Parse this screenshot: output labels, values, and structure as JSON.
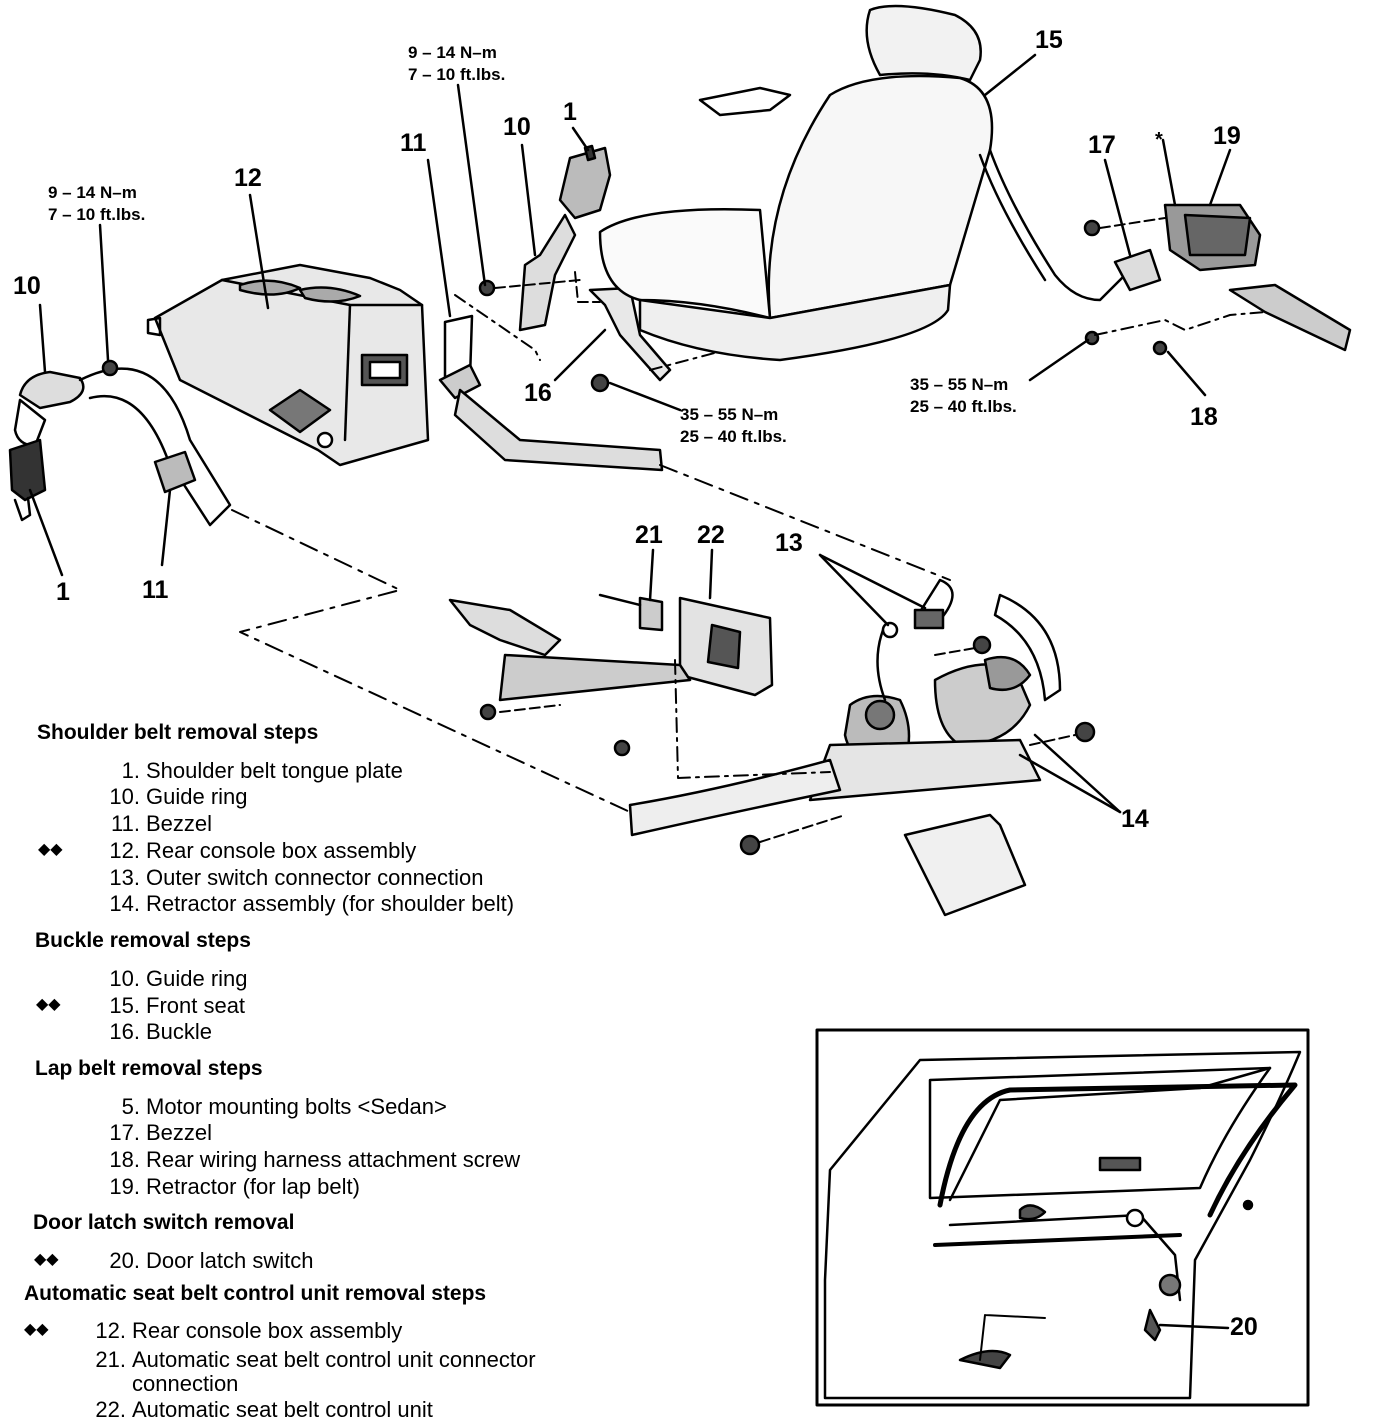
{
  "callouts": {
    "c1_left": "1",
    "c1_top": "1",
    "c10_left": "10",
    "c10_top": "10",
    "c11_left": "11",
    "c11_top": "11",
    "c12": "12",
    "c13": "13",
    "c14": "14",
    "c15": "15",
    "c16": "16",
    "c17": "17",
    "c18": "18",
    "c19": "19",
    "c20": "20",
    "c21": "21",
    "c22": "22",
    "asterisk": "*"
  },
  "torque_specs": [
    {
      "nm": "9 – 14 N–m",
      "ftlb": "7 – 10 ft.lbs."
    },
    {
      "nm": "9 – 14 N–m",
      "ftlb": "7 – 10 ft.lbs."
    },
    {
      "nm": "35 – 55 N–m",
      "ftlb": "25 – 40 ft.lbs."
    },
    {
      "nm": "35 – 55 N–m",
      "ftlb": "25 – 40 ft.lbs."
    }
  ],
  "procedures": [
    {
      "title": "Shoulder belt removal steps",
      "steps": [
        {
          "num": "1.",
          "text": "Shoulder belt tongue plate",
          "mark": ""
        },
        {
          "num": "10.",
          "text": "Guide ring",
          "mark": ""
        },
        {
          "num": "11.",
          "text": "Bezzel",
          "mark": ""
        },
        {
          "num": "12.",
          "text": "Rear console box assembly",
          "mark": "◆◆"
        },
        {
          "num": "13.",
          "text": "Outer switch connector connection",
          "mark": ""
        },
        {
          "num": "14.",
          "text": "Retractor assembly (for shoulder belt)",
          "mark": ""
        }
      ]
    },
    {
      "title": "Buckle removal steps",
      "steps": [
        {
          "num": "10.",
          "text": "Guide ring",
          "mark": ""
        },
        {
          "num": "15.",
          "text": "Front seat",
          "mark": "◆◆"
        },
        {
          "num": "16.",
          "text": "Buckle",
          "mark": ""
        }
      ]
    },
    {
      "title": "Lap belt removal steps",
      "steps": [
        {
          "num": "5.",
          "text": "Motor mounting bolts <Sedan>",
          "mark": ""
        },
        {
          "num": "17.",
          "text": "Bezzel",
          "mark": ""
        },
        {
          "num": "18.",
          "text": "Rear wiring harness attachment screw",
          "mark": ""
        },
        {
          "num": "19.",
          "text": "Retractor (for lap belt)",
          "mark": ""
        }
      ]
    },
    {
      "title": "Door latch switch removal",
      "steps": [
        {
          "num": "20.",
          "text": "Door latch switch",
          "mark": "◆◆"
        }
      ]
    },
    {
      "title": "Automatic seat belt control unit removal steps",
      "steps": [
        {
          "num": "12.",
          "text": "Rear console box assembly",
          "mark": "◆◆"
        },
        {
          "num": "21.",
          "text": "Automatic seat belt control unit connector",
          "text2": "connection",
          "mark": ""
        },
        {
          "num": "22.",
          "text": "Automatic seat belt control unit",
          "mark": ""
        }
      ]
    }
  ]
}
